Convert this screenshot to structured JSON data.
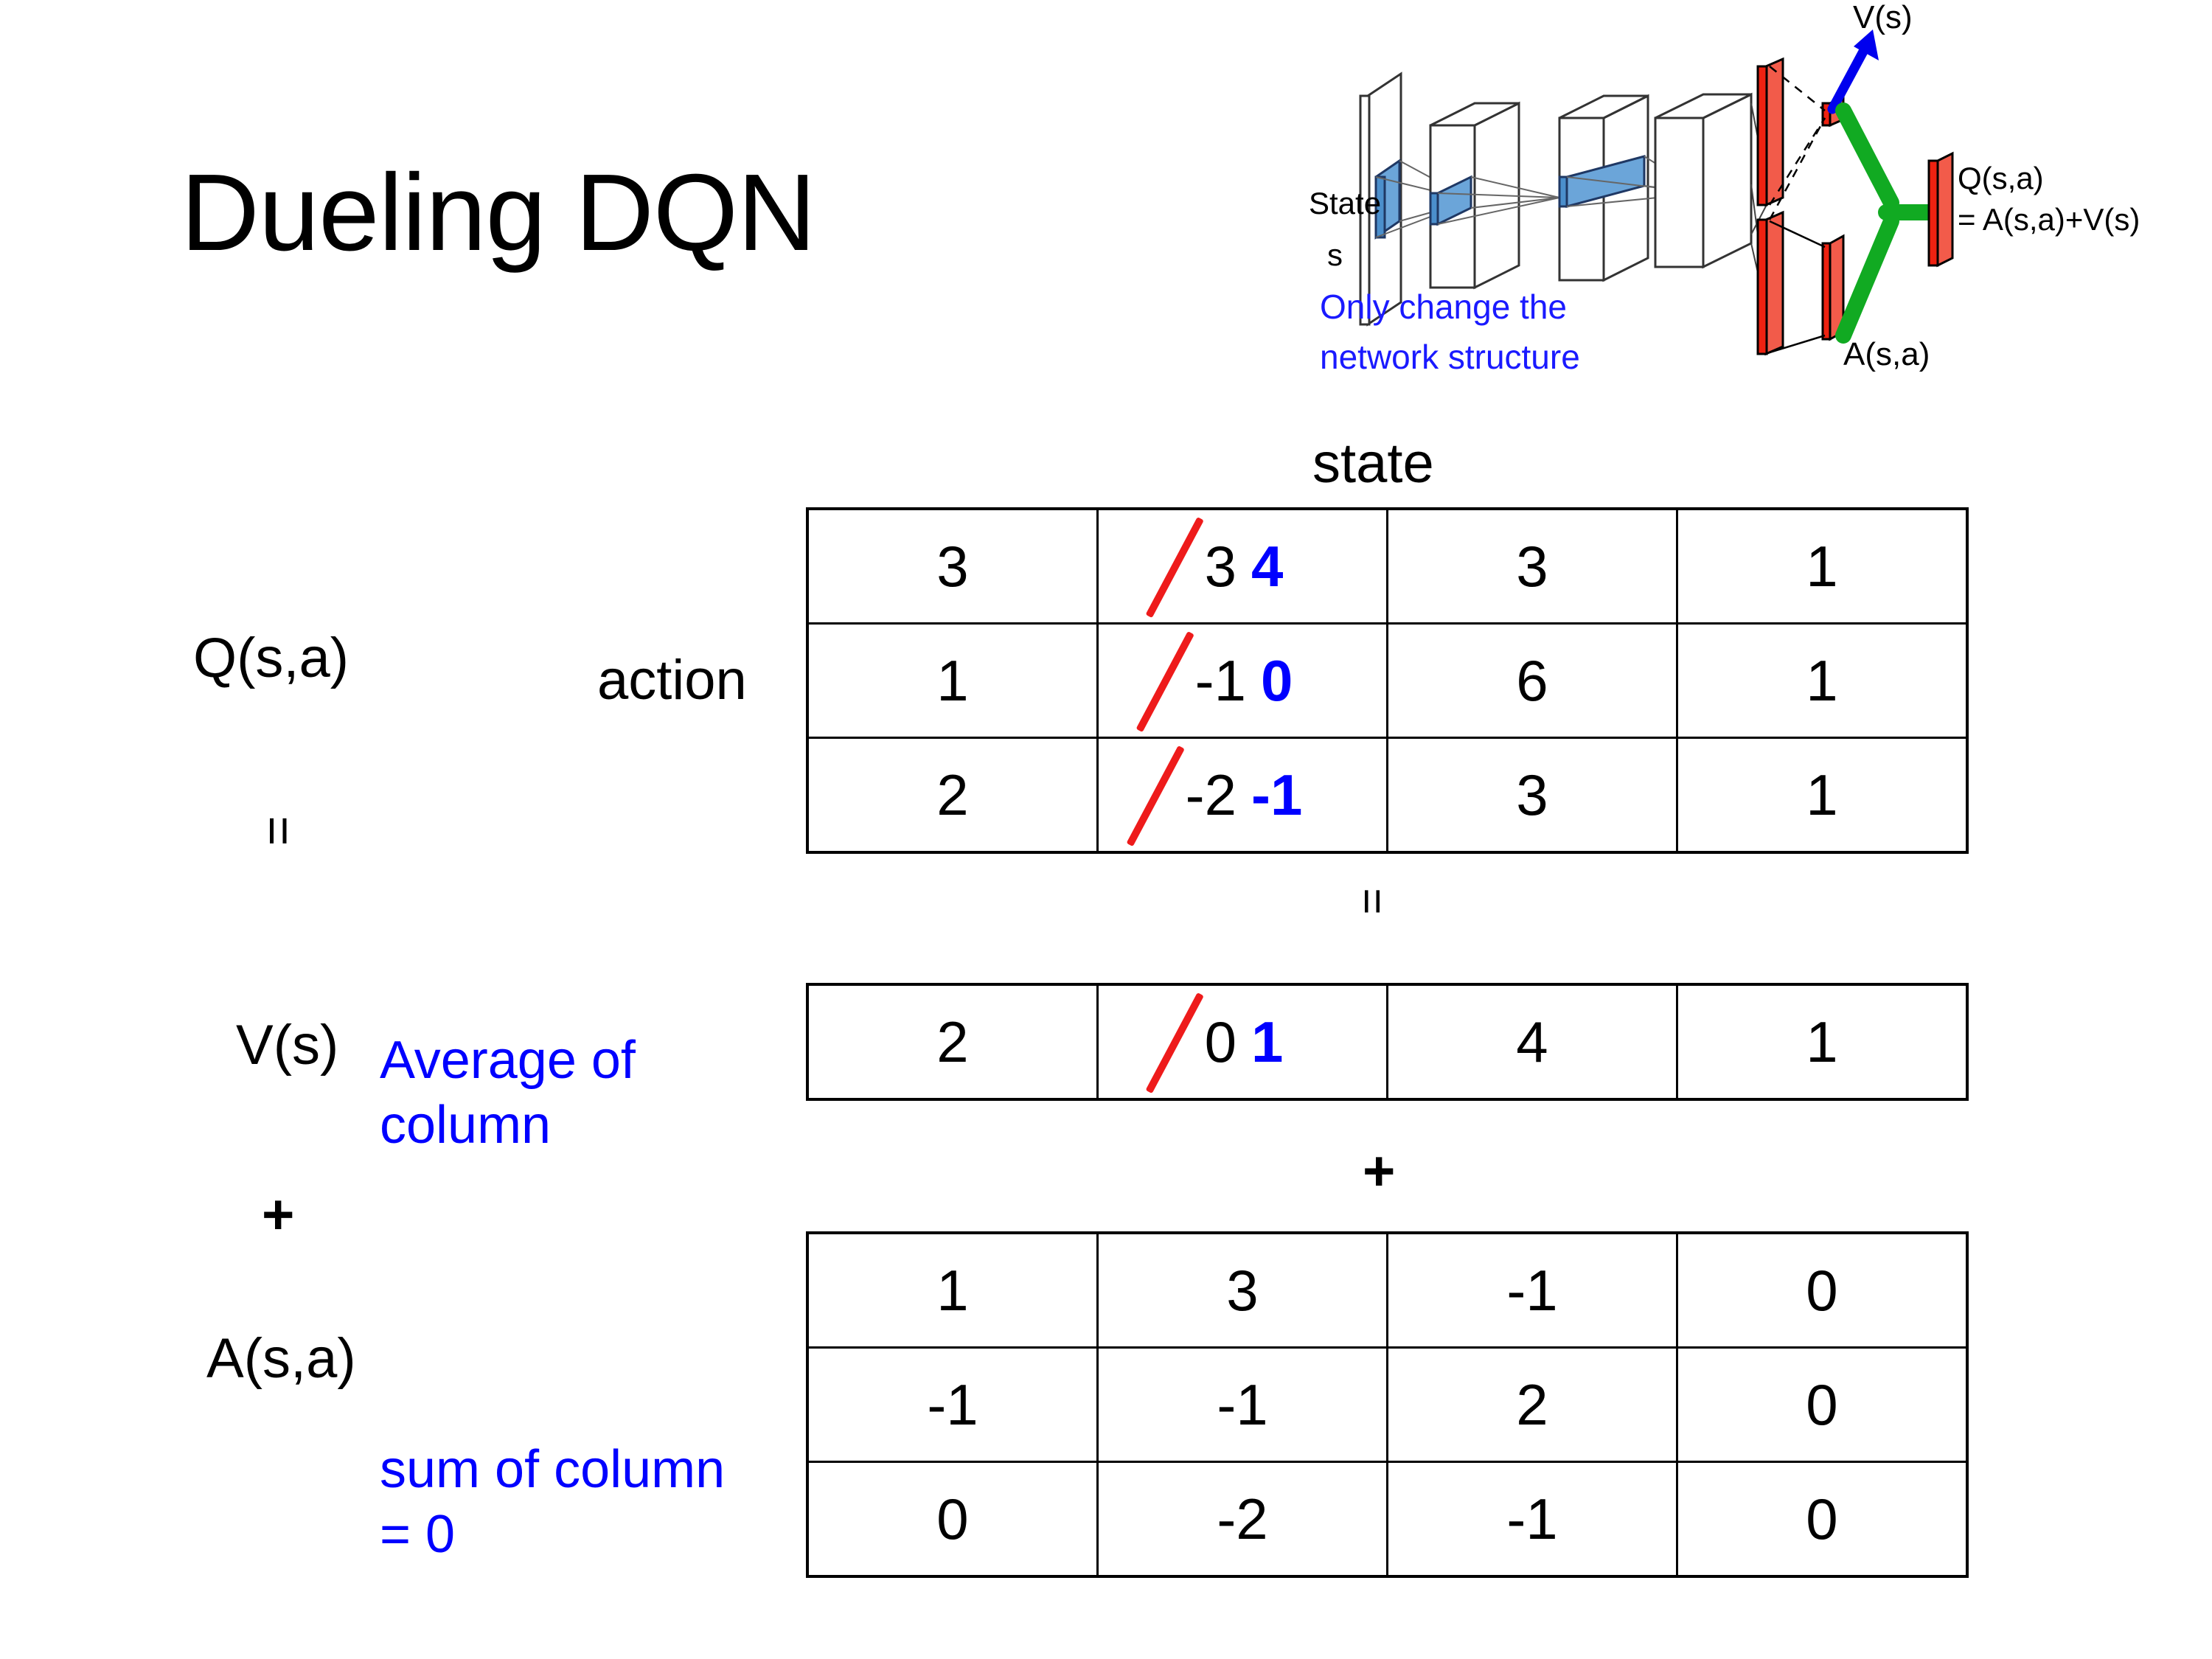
{
  "slide": {
    "title": "Dueling DQN"
  },
  "diagram": {
    "input_label_line1": "State",
    "input_label_line2": "s",
    "value_label": "V(s)",
    "advantage_label": "A(s,a)",
    "output_label_line1": "Q(s,a)",
    "output_label_line2": "= A(s,a)+V(s)",
    "note_line1": "Only change the",
    "note_line2": "network structure",
    "colors": {
      "note": "#1a1aff",
      "arrow": "#0000ee",
      "bars": "#ee2211",
      "merge": "#11aa22",
      "conv": "#5b9bd5"
    }
  },
  "labels": {
    "q_label": "Q(s,a)",
    "v_label": "V(s)",
    "a_label": "A(s,a)",
    "action_axis": "action",
    "state_axis": "state",
    "equals_left": "=",
    "equals_mid": "=",
    "plus_left": "+",
    "plus_mid": "+",
    "note_average": "Average of column",
    "note_sum": "sum of column = 0",
    "note_color": "#0000ff"
  },
  "chart_data": {
    "type": "table",
    "title": "Dueling DQN Q = V + A decomposition",
    "xlabel": "state",
    "ylabel": "action",
    "edit_color": "#0000ff",
    "strike_color": "#ee1b1b",
    "tables": [
      {
        "name": "Q(s,a)",
        "rows": [
          [
            {
              "value": "3"
            },
            {
              "value": "3",
              "struck": true,
              "new_value": "4"
            },
            {
              "value": "3"
            },
            {
              "value": "1"
            }
          ],
          [
            {
              "value": "1"
            },
            {
              "value": "-1",
              "struck": true,
              "new_value": "0"
            },
            {
              "value": "6"
            },
            {
              "value": "1"
            }
          ],
          [
            {
              "value": "2"
            },
            {
              "value": "-2",
              "struck": true,
              "new_value": "-1"
            },
            {
              "value": "3"
            },
            {
              "value": "1"
            }
          ]
        ]
      },
      {
        "name": "V(s)",
        "rows": [
          [
            {
              "value": "2"
            },
            {
              "value": "0",
              "struck": true,
              "new_value": "1"
            },
            {
              "value": "4"
            },
            {
              "value": "1"
            }
          ]
        ]
      },
      {
        "name": "A(s,a)",
        "rows": [
          [
            {
              "value": "1"
            },
            {
              "value": "3"
            },
            {
              "value": "-1"
            },
            {
              "value": "0"
            }
          ],
          [
            {
              "value": "-1"
            },
            {
              "value": "-1"
            },
            {
              "value": "2"
            },
            {
              "value": "0"
            }
          ],
          [
            {
              "value": "0"
            },
            {
              "value": "-2"
            },
            {
              "value": "-1"
            },
            {
              "value": "0"
            }
          ]
        ]
      }
    ]
  }
}
